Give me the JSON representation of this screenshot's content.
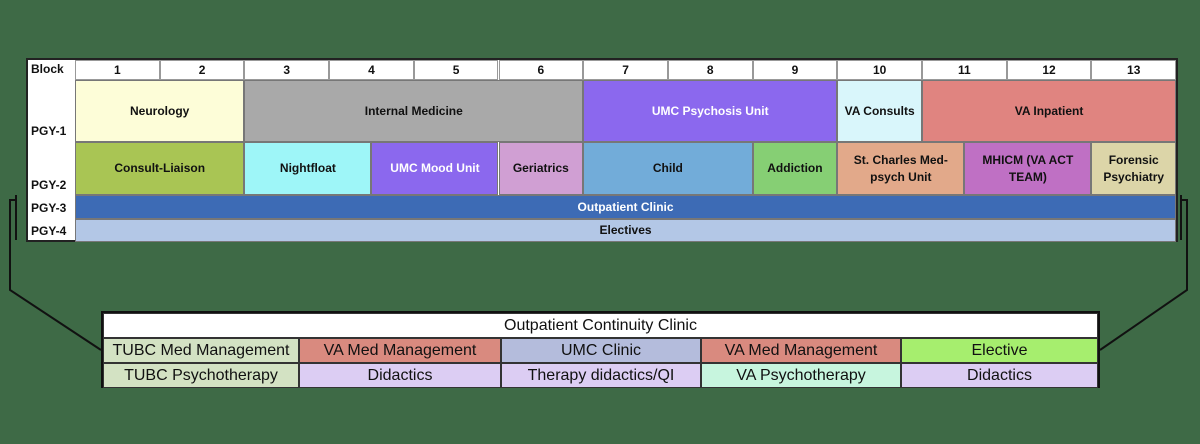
{
  "schedule": {
    "block_label": "Block",
    "blocks": [
      "1",
      "2",
      "3",
      "4",
      "5",
      "6",
      "7",
      "8",
      "9",
      "10",
      "11",
      "12",
      "13"
    ],
    "rows": [
      "PGY-1",
      "PGY-2",
      "PGY-3",
      "PGY-4"
    ],
    "pgy1": [
      {
        "label": "Neurology",
        "color": "#fdfdd8"
      },
      {
        "label": "Internal Medicine",
        "color": "#a9a9a9"
      },
      {
        "label": "UMC Psychosis Unit",
        "color": "#8b68ee"
      },
      {
        "label": "VA Consults",
        "color": "#d9f6fb"
      },
      {
        "label": "VA Inpatient",
        "color": "#e08480"
      }
    ],
    "pgy2": [
      {
        "label": "Consult-Liaison",
        "color": "#a9c554"
      },
      {
        "label": "Nightfloat",
        "color": "#9ef6f8"
      },
      {
        "label": "UMC Mood Unit",
        "color": "#8b68ee"
      },
      {
        "label": "Geriatrics",
        "color": "#d09fd3"
      },
      {
        "label": "Child",
        "color": "#72acd9"
      },
      {
        "label": "Addiction",
        "color": "#86cf74"
      },
      {
        "label": "St. Charles Med-psych Unit",
        "color": "#e2a98a"
      },
      {
        "label": "MHICM (VA ACT TEAM)",
        "color": "#bf70c4"
      },
      {
        "label": "Forensic Psychiatry",
        "color": "#dcd5a8"
      }
    ],
    "pgy3": {
      "label": "Outpatient Clinic",
      "color": "#3d6bb5"
    },
    "pgy4": {
      "label": "Electives",
      "color": "#b3c7e6"
    }
  },
  "clinic": {
    "title": "Outpatient Continuity Clinic",
    "row1": [
      {
        "label": "TUBC Med Management",
        "color": "#d3e2c3"
      },
      {
        "label": "VA Med Management",
        "color": "#d98a7f"
      },
      {
        "label": "UMC Clinic",
        "color": "#b4bcdc"
      },
      {
        "label": "VA Med Management",
        "color": "#d98a7f"
      },
      {
        "label": "Elective",
        "color": "#a6ee6e"
      }
    ],
    "row2": [
      {
        "label": "TUBC Psychotherapy",
        "color": "#d3e2c3"
      },
      {
        "label": "Didactics",
        "color": "#dccdf3"
      },
      {
        "label": "Therapy didactics/QI",
        "color": "#dccdf3"
      },
      {
        "label": "VA Psychotherapy",
        "color": "#c7f5de"
      },
      {
        "label": "Didactics",
        "color": "#dccdf3"
      }
    ]
  }
}
